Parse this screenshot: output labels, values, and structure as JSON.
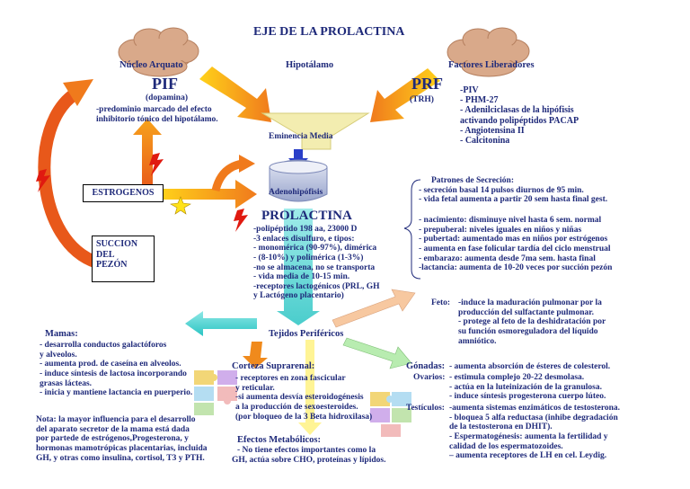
{
  "title": "EJE DE LA PROLACTINA",
  "top": {
    "nucleo": "Núcleo Arquato",
    "hipotalamo": "Hipotálamo",
    "factores": "Factores Liberadores"
  },
  "pif": {
    "label": "PIF",
    "sub": "(dopamina)",
    "lines": [
      "-predominio marcado del efecto",
      "inhibitorio tónico del hipotálamo."
    ]
  },
  "prf": {
    "label": "PRF",
    "sub": "(TRH)",
    "factors": [
      "-PIV",
      "- PHM-27",
      "- Adenilciclasas de la hipófisis",
      "   activando polipéptidos PACAP",
      "- Angiotensina II",
      "- Calcitonina"
    ]
  },
  "eminencia": "Eminencia Media",
  "adenohipofisis": "Adenohipófisis",
  "estrogenos": "ESTROGENOS",
  "succion": [
    "SUCCION",
    "DEL",
    "PEZÓN"
  ],
  "prolactina": {
    "title": "PROLACTINA",
    "lines": [
      "-polipéptido 198 aa, 23000 D",
      "-3 enlaces disulfuro, e tipos:",
      "  - monomérica (90-97%), dimérica",
      "  - (8-10%) y polimérica (1-3%)",
      "-no se almacena, no se transporta",
      "  - vida media de 10-15 min.",
      "-receptores lactogénicos (PRL, GH",
      "  y Lactógeno placentario)"
    ]
  },
  "patrones": {
    "title": "Patrones de Secreción:",
    "lines": [
      "- secreción basal 14 pulsos diurnos de 95 min.",
      "- vida fetal aumenta a partir 20 sem hasta final gest."
    ],
    "lines2": [
      "- nacimiento: disminuye nivel hasta 6 sem.  normal",
      "- prepuberal: niveles iguales en niños y niñas",
      "- pubertad: aumentado mas en niños por estrógenos",
      "- aumenta en fase folicular tardía del ciclo menstrual",
      "- embarazo: aumenta desde 7ma sem. hasta final",
      "-lactancia: aumenta de 10-20 veces por succión pezón"
    ]
  },
  "tejidos": "Tejidos Periféricos",
  "feto": {
    "label": "Feto:",
    "lines": [
      "-induce la maduración pulmonar por la",
      "  producción del sulfactante pulmonar.",
      "- protege al feto de la deshidratación por",
      "  su función osmoreguladora del líquido",
      "  amniótico."
    ]
  },
  "mamas": {
    "label": "Mamas:",
    "lines": [
      "- desarrolla conductos galactóforos",
      "  y alveolos.",
      "- aumenta prod. de caseína en alveolos.",
      "- induce síntesis de lactosa incorporando",
      "  grasas lácteas.",
      "- inicia y mantiene lactancia en puerperio."
    ]
  },
  "nota": [
    "Nota: la mayor influencia para el desarrollo",
    "del aparato secretor de la mama está dada",
    "por partede de estrógenos,Progesterona, y",
    "hormonas mamotrópicas placentarias, incluida",
    "GH, y otras como insulina, cortisol, T3 y PTH."
  ],
  "corteza": {
    "label": "Corteza Suprarenal:",
    "lines": [
      "- receptores en zona fascicular",
      "  y reticular.",
      "-si aumenta desvía esteroidogénesis",
      "a la producción de sexoesteroides.",
      "(por bloqueo de la 3 Beta hidroxilasa)"
    ]
  },
  "metabolicos": {
    "label": "Efectos Metabólicos:",
    "lines": [
      "- No tiene efectos importantes como la",
      "GH, actúa sobre CHO, proteínas y lípidos."
    ]
  },
  "gonadas": {
    "label": "Gónadas:",
    "l1": "- aumenta absorción de ésteres de colesterol.",
    "ovarios": "Ovarios:",
    "ov_lines": [
      "- estimula complejo 20-22 desmolasa.",
      "- actúa en la luteinización de la granulosa.",
      "- induce síntesis progesterona cuerpo lúteo."
    ],
    "testiculos": "Testículos:",
    "te_lines": [
      "-aumenta sistemas enzimáticos de testosterona.",
      "- bloquea 5 alfa reductasa (inhibe degradación",
      "  de la testosterona en DHIT).",
      "- Espermatogénesis: aumenta  la fertilidad  y",
      "  calidad de los espermatozoides.",
      "– aumenta receptores de LH en cel. Leydig."
    ]
  },
  "colors": {
    "text": "#1f2a7a",
    "cloud": "#d9a98a",
    "arrow_orange": "#f08a1c",
    "arrow_yellow": "#ffd21a",
    "arrow_red": "#e8581a",
    "cyan": "#3fd0cf",
    "funnel": "#f3edb0",
    "hypophysis": "#c6cde6"
  }
}
